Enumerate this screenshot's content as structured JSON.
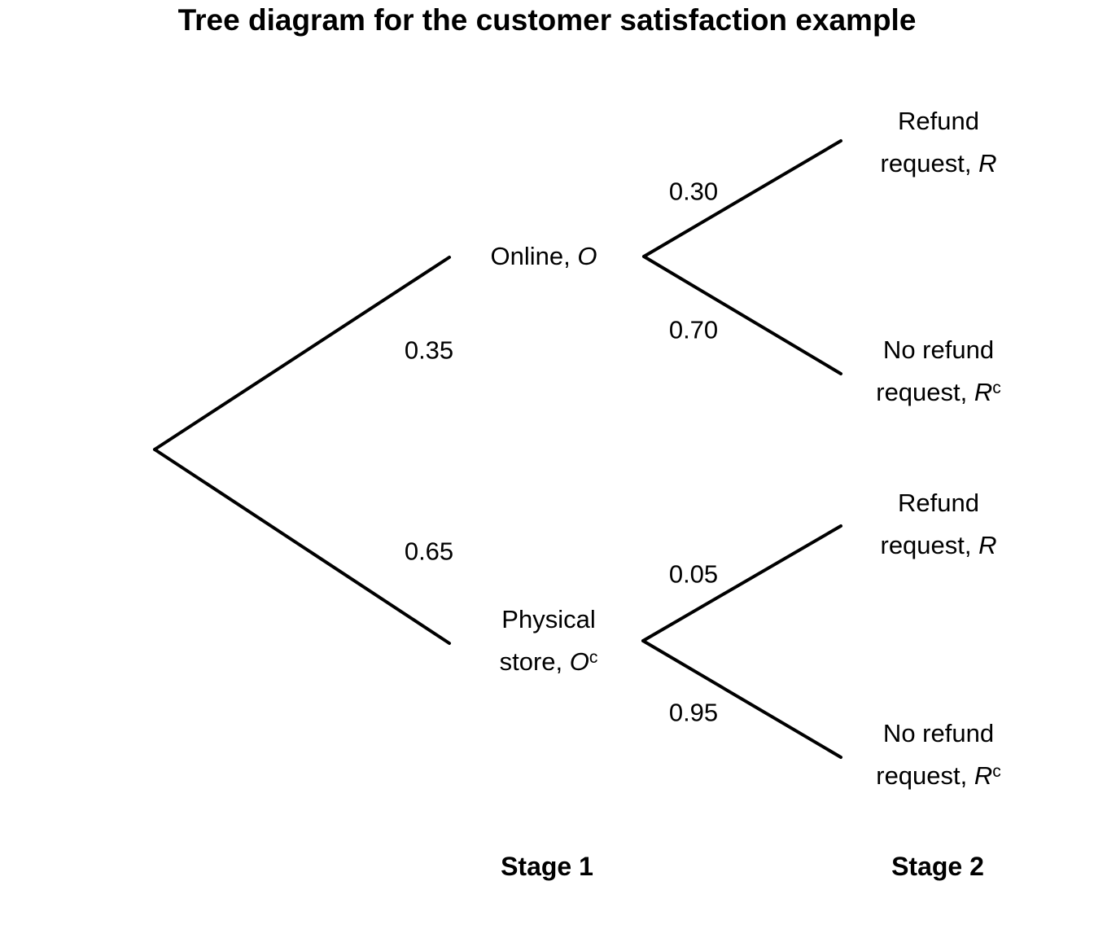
{
  "title": "Tree diagram for the customer satisfaction example",
  "colors": {
    "line": "#000000",
    "text": "#000000",
    "background": "#ffffff"
  },
  "nodes": {
    "online": {
      "prefix": "Online, ",
      "symbol": "O",
      "sup": ""
    },
    "physical": {
      "line1": "Physical",
      "prefix": "store, ",
      "symbol": "O",
      "sup": "c"
    },
    "online_refund": {
      "line1": "Refund",
      "prefix": "request, ",
      "symbol": "R",
      "sup": ""
    },
    "online_norefund": {
      "line1": "No refund",
      "prefix": "request, ",
      "symbol": "R",
      "sup": "c"
    },
    "physical_refund": {
      "line1": "Refund",
      "prefix": "request, ",
      "symbol": "R",
      "sup": ""
    },
    "physical_norefund": {
      "line1": "No refund",
      "prefix": "request, ",
      "symbol": "R",
      "sup": "c"
    }
  },
  "probabilities": {
    "online": "0.35",
    "physical": "0.65",
    "online_refund": "0.30",
    "online_norefund": "0.70",
    "physical_refund": "0.05",
    "physical_norefund": "0.95"
  },
  "stages": {
    "stage1": "Stage 1",
    "stage2": "Stage 2"
  }
}
